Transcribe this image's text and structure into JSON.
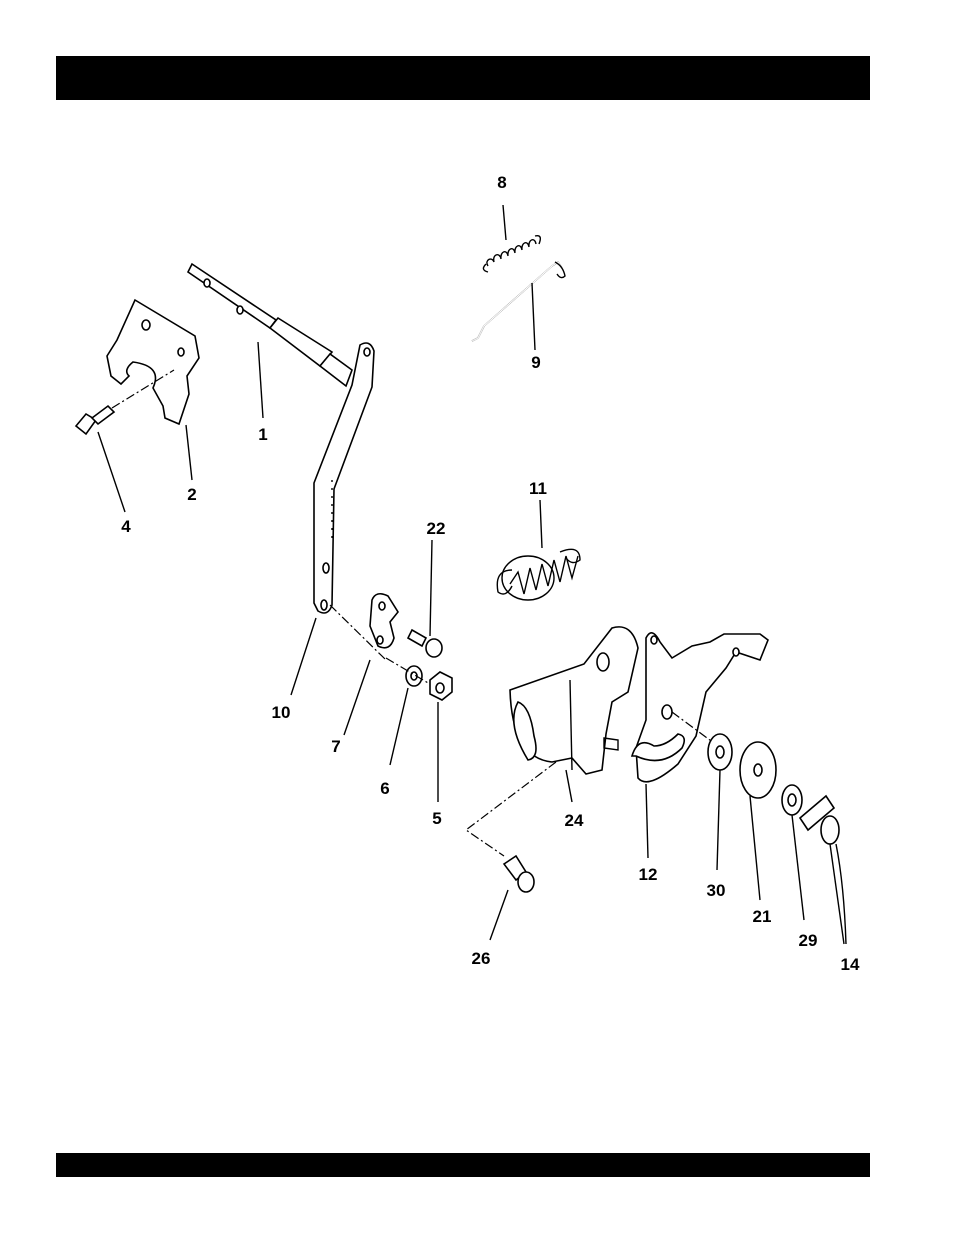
{
  "parts": [
    {
      "id": "1",
      "label": "1"
    },
    {
      "id": "2",
      "label": "2"
    },
    {
      "id": "4",
      "label": "4"
    },
    {
      "id": "5",
      "label": "5"
    },
    {
      "id": "6",
      "label": "6"
    },
    {
      "id": "7",
      "label": "7"
    },
    {
      "id": "8",
      "label": "8"
    },
    {
      "id": "9",
      "label": "9"
    },
    {
      "id": "10",
      "label": "10"
    },
    {
      "id": "11",
      "label": "11"
    },
    {
      "id": "12",
      "label": "12"
    },
    {
      "id": "14",
      "label": "14"
    },
    {
      "id": "21",
      "label": "21"
    },
    {
      "id": "22",
      "label": "22"
    },
    {
      "id": "24",
      "label": "24"
    },
    {
      "id": "26",
      "label": "26"
    },
    {
      "id": "29",
      "label": "29"
    },
    {
      "id": "30",
      "label": "30"
    }
  ]
}
